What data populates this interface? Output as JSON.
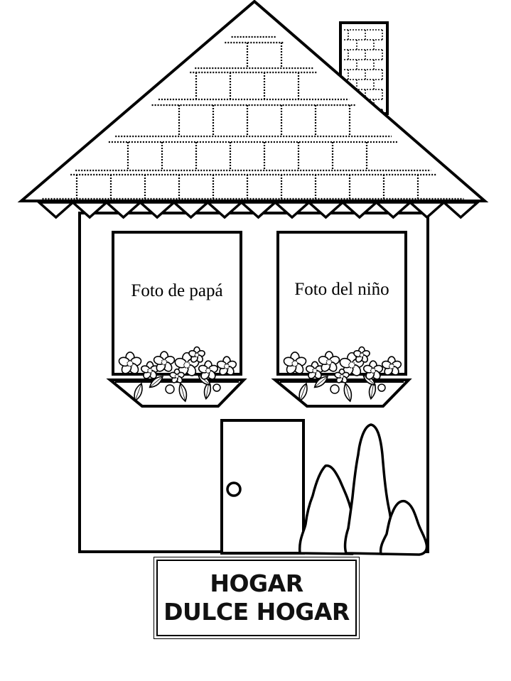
{
  "windows": [
    {
      "label": "Foto de papá"
    },
    {
      "label": "Foto del niño"
    }
  ],
  "sign": {
    "line1": "HOGAR",
    "line2": "DULCE HOGAR"
  },
  "colors": {
    "ink": "#000000",
    "paper": "#ffffff"
  }
}
